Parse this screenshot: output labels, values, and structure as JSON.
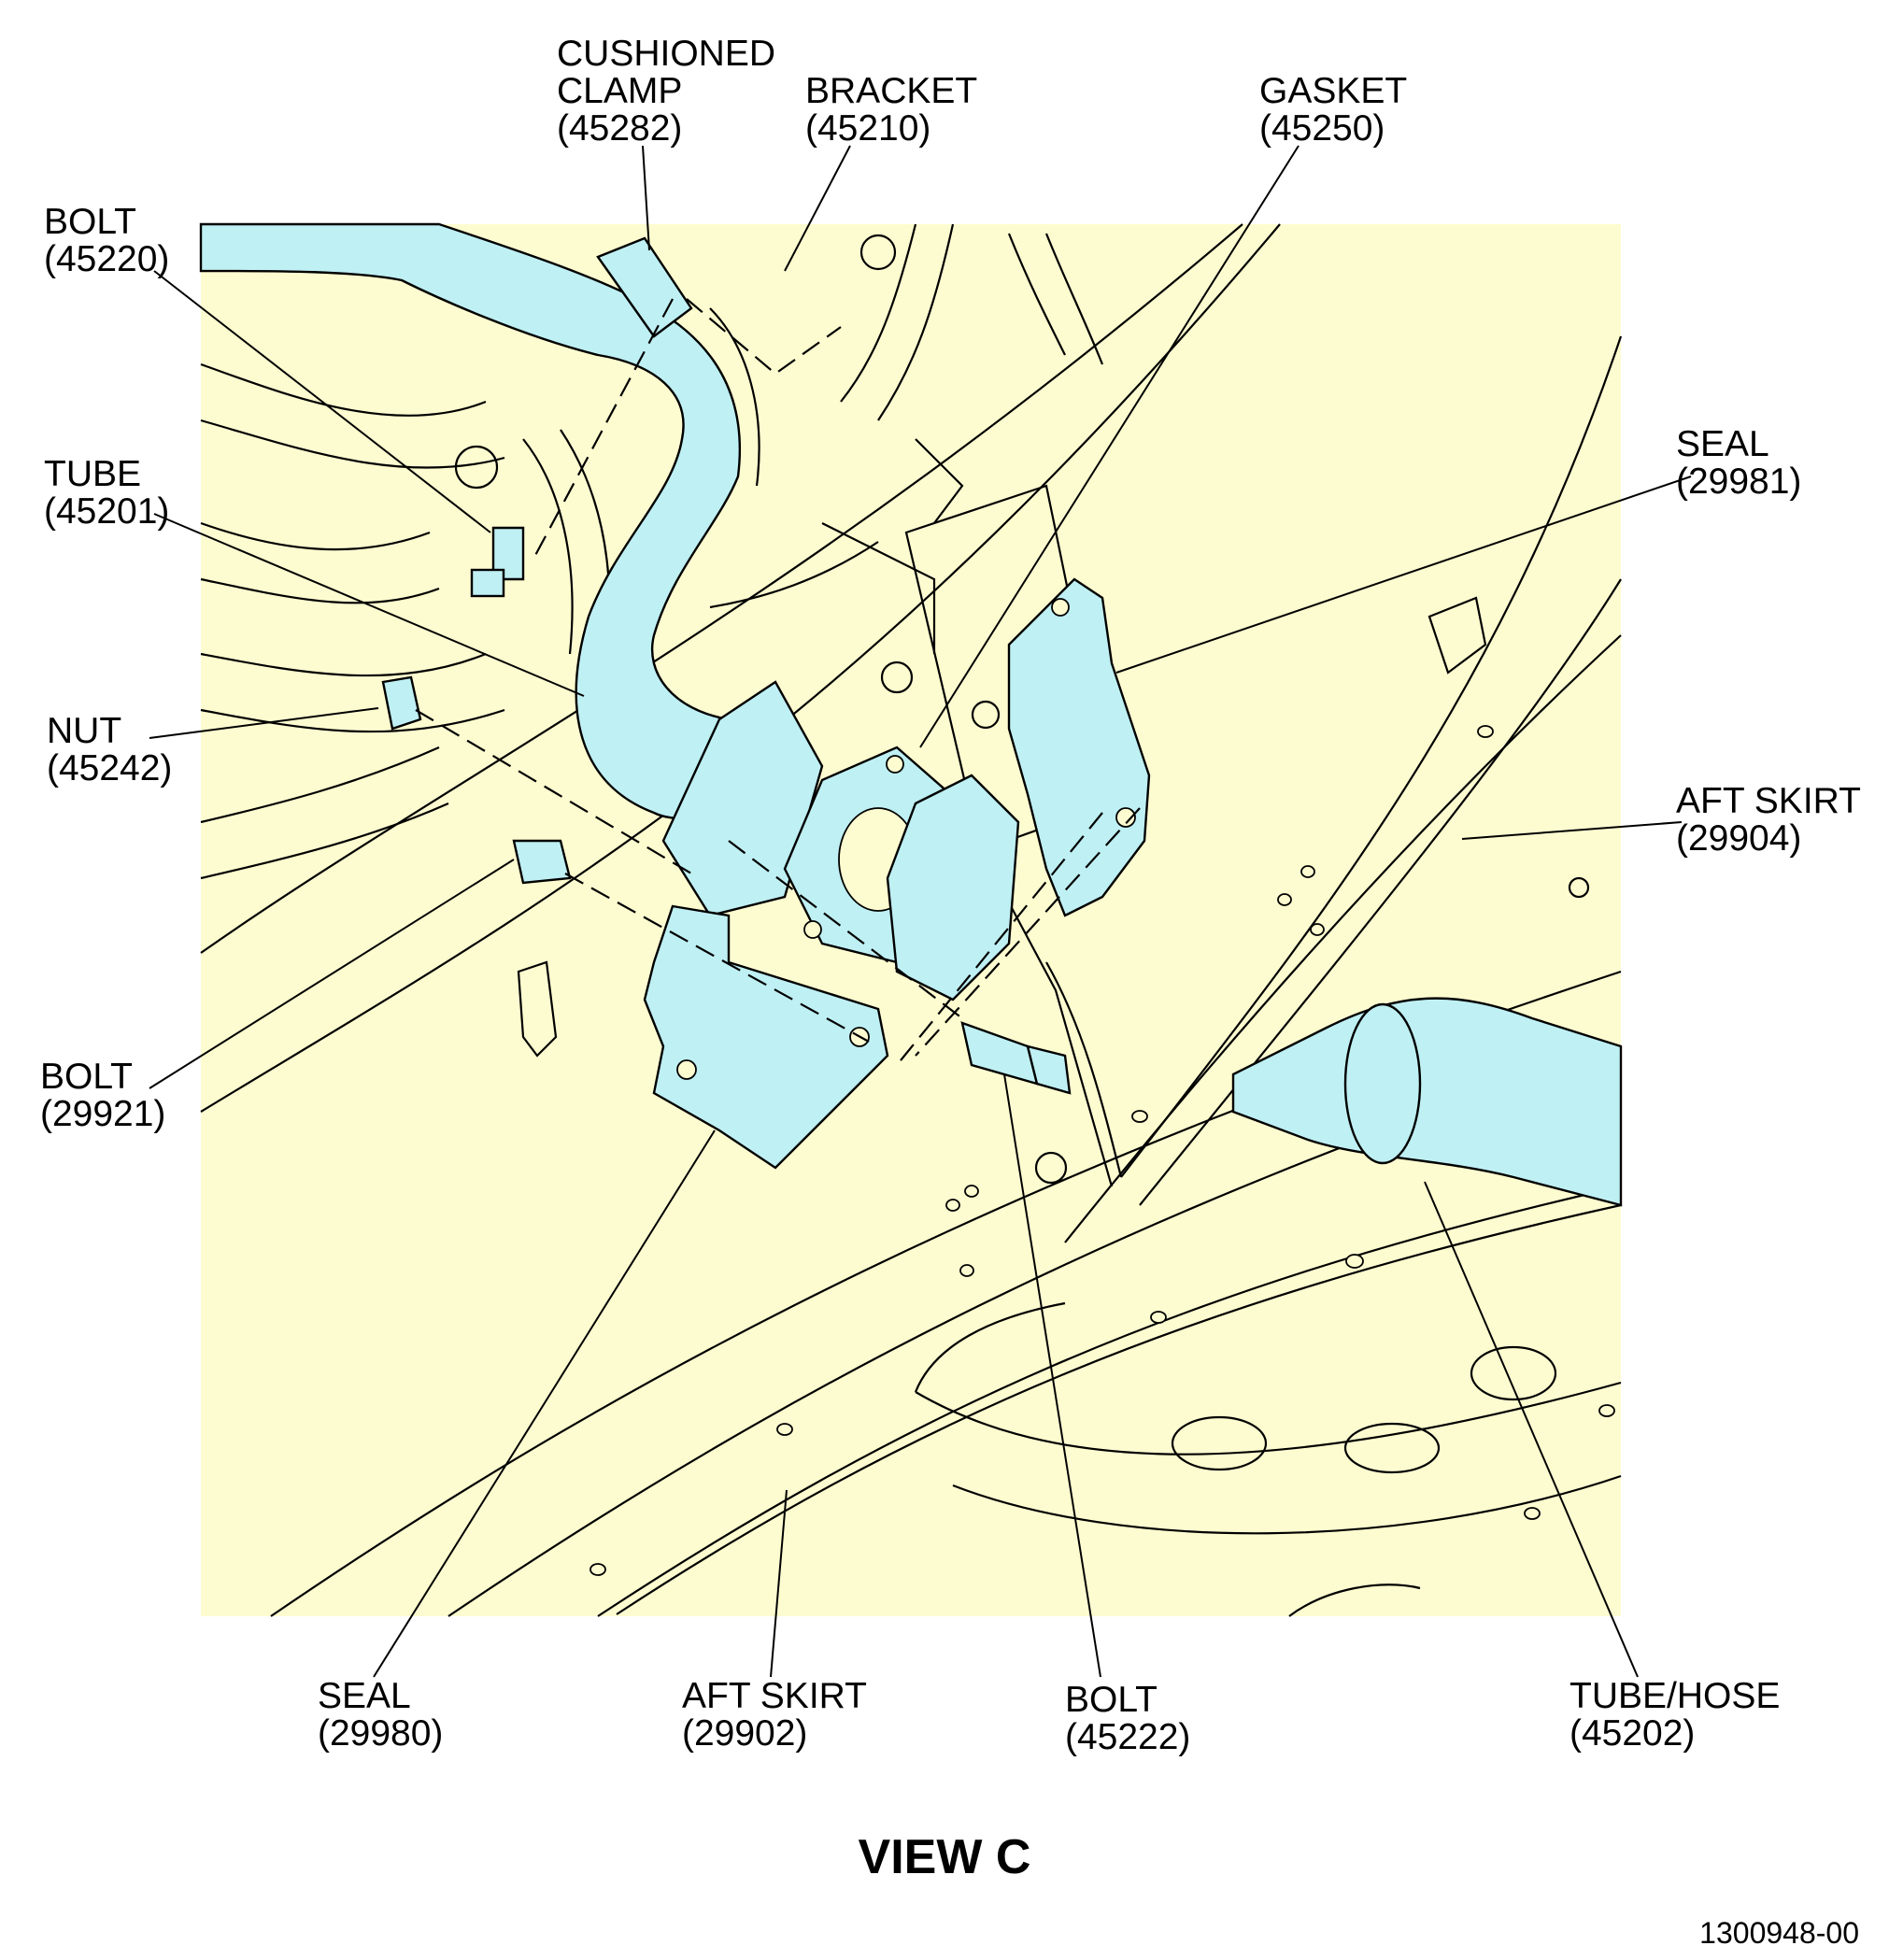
{
  "callouts": [
    {
      "id": "cushioned-clamp",
      "lines": [
        "CUSHIONED",
        "CLAMP",
        "(45282)"
      ]
    },
    {
      "id": "bracket",
      "lines": [
        "BRACKET",
        "(45210)"
      ]
    },
    {
      "id": "gasket",
      "lines": [
        "GASKET",
        "(45250)"
      ]
    },
    {
      "id": "bolt-45220",
      "lines": [
        "BOLT",
        "(45220)"
      ]
    },
    {
      "id": "tube-45201",
      "lines": [
        "TUBE",
        "(45201)"
      ]
    },
    {
      "id": "seal-29981",
      "lines": [
        "SEAL",
        "(29981)"
      ]
    },
    {
      "id": "nut-45242",
      "lines": [
        "NUT",
        "(45242)"
      ]
    },
    {
      "id": "aft-skirt-29904",
      "lines": [
        "AFT SKIRT",
        "(29904)"
      ]
    },
    {
      "id": "bolt-29921",
      "lines": [
        "BOLT",
        "(29921)"
      ]
    },
    {
      "id": "seal-29980",
      "lines": [
        "SEAL",
        "(29980)"
      ]
    },
    {
      "id": "aft-skirt-29902",
      "lines": [
        "AFT SKIRT",
        "(29902)"
      ]
    },
    {
      "id": "bolt-45222",
      "lines": [
        "BOLT",
        "(45222)"
      ]
    },
    {
      "id": "tube-hose-45202",
      "lines": [
        "TUBE/HOSE",
        "(45202)"
      ]
    }
  ],
  "view_title": "VIEW C",
  "figure_number": "1300948-00",
  "colors": {
    "background_panel": "#fdfcd0",
    "highlight_part": "#bff0f3",
    "line": "#000000"
  }
}
